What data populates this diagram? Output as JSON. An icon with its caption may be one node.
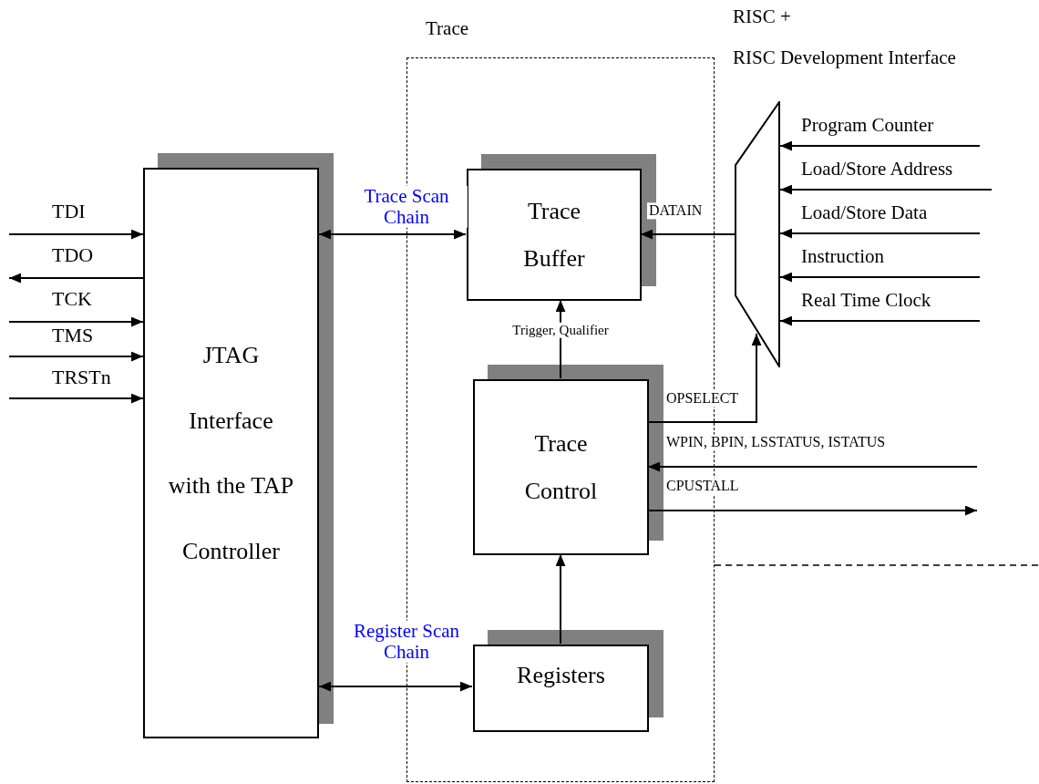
{
  "diagram": {
    "nodes": [
      {
        "text": [
          "Trace"
        ]
      },
      {
        "text": [
          "JTAG Interface with the TAP Controller"
        ]
      },
      {
        "text": [
          "Trace Buffer"
        ],
        "in": 0
      },
      {
        "text": [
          "Trace Control"
        ],
        "in": 0
      },
      {
        "text": [
          "Registers"
        ],
        "in": 0
      },
      {
        "text": [],
        "shape": "trapezoid"
      }
    ],
    "edges": [
      {
        "from": null,
        "to": 1,
        "arrow": "to",
        "label": "TDI"
      },
      {
        "from": 1,
        "to": null,
        "arrow": "to",
        "label": "TDO"
      },
      {
        "from": null,
        "to": 1,
        "arrow": "to",
        "label": "TCK"
      },
      {
        "from": null,
        "to": 1,
        "arrow": "to",
        "label": "TMS"
      },
      {
        "from": null,
        "to": 1,
        "arrow": "to",
        "label": "TRSTn"
      },
      {
        "from": 1,
        "to": 2,
        "arrow": "both",
        "label": "Trace Scan Chain"
      },
      {
        "from": 5,
        "to": 2,
        "arrow": "to",
        "label": "DATAIN"
      },
      {
        "from": null,
        "to": 5,
        "arrow": "to",
        "label": "Program Counter"
      },
      {
        "from": null,
        "to": 5,
        "arrow": "to",
        "label": "Load/Store Address"
      },
      {
        "from": null,
        "to": 5,
        "arrow": "to",
        "label": "Load/Store Data"
      },
      {
        "from": null,
        "to": 5,
        "arrow": "to",
        "label": "Instruction"
      },
      {
        "from": null,
        "to": 5,
        "arrow": "to",
        "label": "Real Time Clock"
      },
      {
        "from": 3,
        "to": 2,
        "arrow": "to",
        "label": "Trigger, Qualifier"
      },
      {
        "from": 3,
        "to": 5,
        "arrow": "to",
        "label": "OPSELECT"
      },
      {
        "from": null,
        "to": 3,
        "arrow": "to",
        "label": "WPIN, BPIN, LSSTATUS, ISTATUS"
      },
      {
        "from": 3,
        "to": null,
        "arrow": "to",
        "label": "CPUSTALL"
      },
      {
        "from": 4,
        "to": 3,
        "arrow": "to"
      },
      {
        "from": 1,
        "to": 4,
        "arrow": "both",
        "label": "Register Scan Chain"
      }
    ],
    "labels": [
      "RISC +",
      "RISC Development Interface"
    ]
  }
}
